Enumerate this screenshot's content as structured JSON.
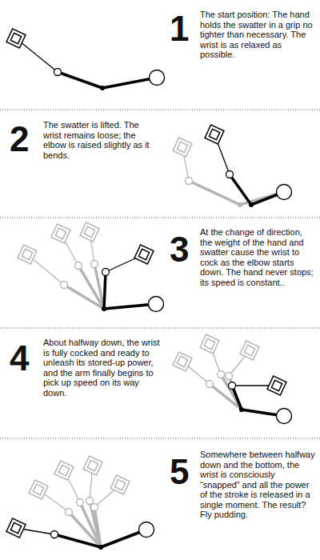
{
  "diagram": {
    "labels": [
      "1",
      "The start position: The hand holds the swatter in a grip no tighter than necessary. The wrist is as relaxed as possible.",
      "2",
      "The swatter is lifted. The wrist remains loose; the elbow is raised slightly as it bends.",
      "3",
      "At the change of direction, the weight of the hand and swatter cause the wrist to cock as the elbow starts down. The hand never stops; its speed is constant..",
      "4",
      "About halfway down, the wrist is fully cocked and ready to unleash its stored-up power, and the arm finally begins to pick up speed on its way down.",
      "5",
      "Somewhere between halfway down and the bottom, the wrist is consciously “snapped” and all the power of the stroke is released in a single moment. The result? Fly pudding."
    ]
  }
}
